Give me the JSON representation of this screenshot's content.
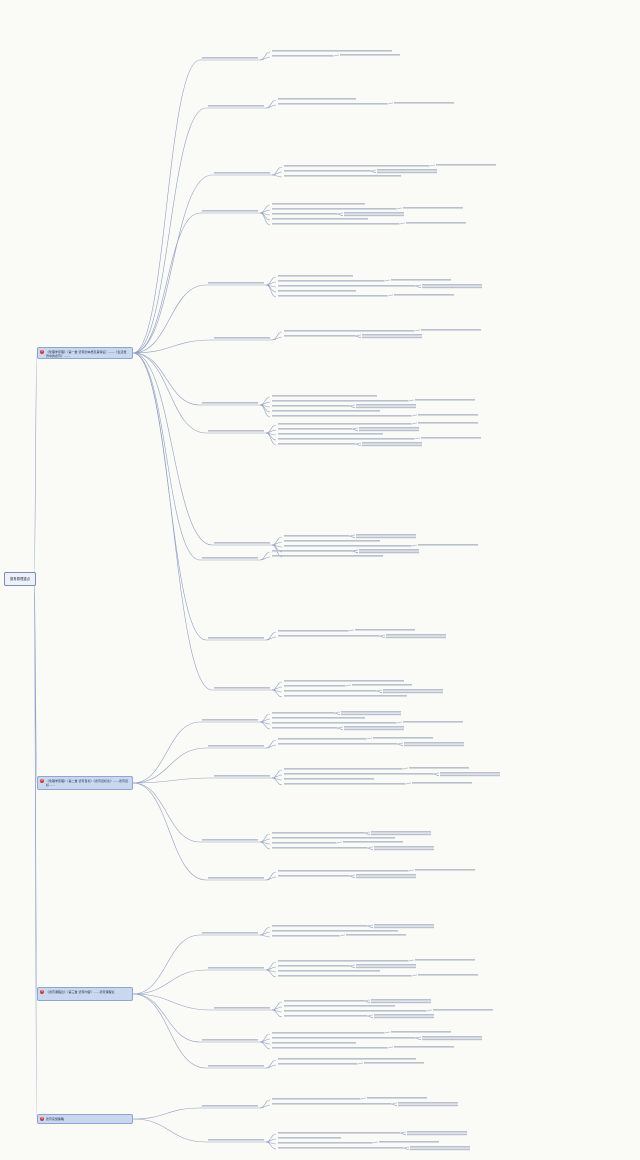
{
  "root": {
    "label": "德育原理重点"
  },
  "sections": [
    {
      "badge": "1",
      "label": "《伦理学原理》（第一章 德育的本质及其特征）——《生活世界中的德育》……"
    },
    {
      "badge": "2",
      "label": "《伦理学原理》（第二章 德育目标）《德育目标论》——德育目标……"
    },
    {
      "badge": "3",
      "label": "《德育课程论》（第三章 德育内容）……德育课程论"
    },
    {
      "badge": "4",
      "label": "德育实施策略"
    }
  ]
}
